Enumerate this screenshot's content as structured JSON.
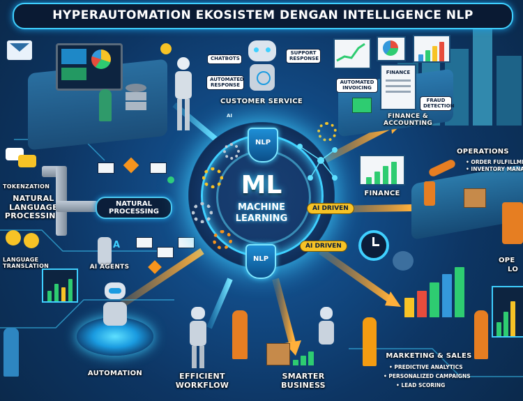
{
  "title": "HYPERAUTOMATION EKOSISTEM DENGAN INTELLIGENCE NLP",
  "center": {
    "line1": "ML",
    "line2": "MACHINE",
    "line3": "LEARNING",
    "shield_top": "NLP",
    "shield_bottom": "NLP",
    "chip_right_upper": "AI DRIVEN",
    "chip_right_lower": "AI DRIVEN"
  },
  "customer_service": {
    "label": "CUSTOMER SERVICE",
    "bubble_chatbots": "CHATBOTS",
    "bubble_support": "SUPPORT RESPONSE",
    "bubble_automated": "AUTOMATED RESPONSE",
    "robot_tag": "AI"
  },
  "finance_accounting": {
    "label": "FINANCE & ACCOUNTING",
    "doc_title": "FINANCE",
    "bubble_invoicing": "AUTOMATED INVOICING",
    "bubble_fraud": "FRAUD DETECTION"
  },
  "finance": {
    "label": "FINANCE"
  },
  "operations": {
    "label": "OPERATIONS",
    "items": [
      "• ORDER FULFILLMENT",
      "• INVENTORY MANAG"
    ],
    "label_lower_1": "OPE",
    "label_lower_2": "LO"
  },
  "nlp_left": {
    "tokenization": "TOKENZATION",
    "title": "NATURAL LANGUAGE PROCESSING",
    "language_translation": "LANGUAGE TRANSLATION"
  },
  "natural_processing": {
    "label": "NATURAL PROCESSING"
  },
  "ai_agents": {
    "label": "AI AGENTS",
    "letter": "A"
  },
  "automation": {
    "label": "AUTOMATION"
  },
  "efficient_workflow": {
    "label": "EFFICIENT WORKFLOW"
  },
  "smarter_business": {
    "label": "SMARTER BUSINESS"
  },
  "marketing_sales": {
    "label": "MARKETING & SALES",
    "items": [
      "• PREDICTIVE ANALYTICS",
      "• PERSONALIZED CAMPAIGNS",
      "• LEAD SCORING"
    ]
  },
  "colors": {
    "background": "#0d3563",
    "glow": "#3fd0ff",
    "arrow_orange": "#f7941d",
    "accent_yellow": "#f7c326",
    "screen_green": "#2ecc71"
  }
}
